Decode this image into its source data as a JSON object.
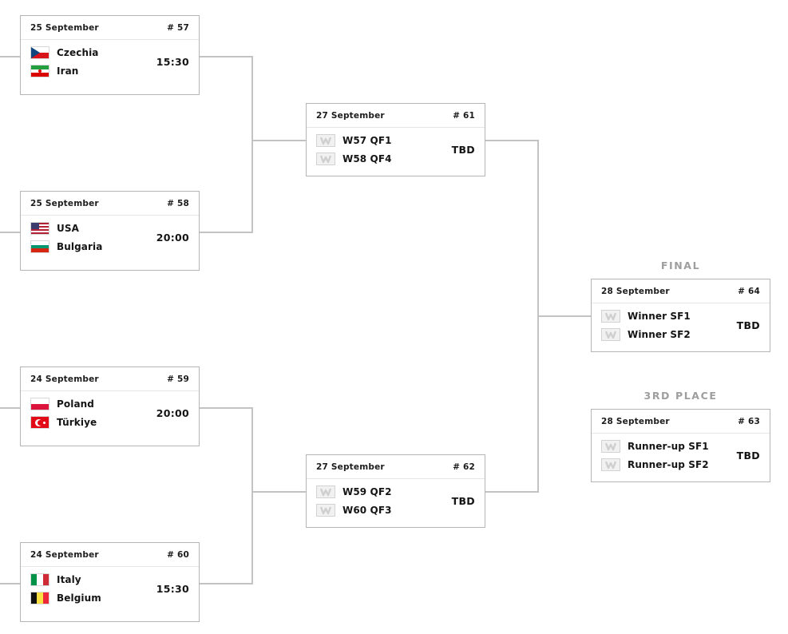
{
  "meta": {
    "tbd_label": "TBD",
    "placeholder_icon": "winner-placeholder-icon"
  },
  "headings": {
    "final": "FINAL",
    "third_place": "3RD PLACE"
  },
  "matches": {
    "m57": {
      "date": "25 September",
      "number": "# 57",
      "status": "15:30",
      "teams": [
        {
          "name": "Czechia",
          "flag": "cz"
        },
        {
          "name": "Iran",
          "flag": "ir"
        }
      ]
    },
    "m58": {
      "date": "25 September",
      "number": "# 58",
      "status": "20:00",
      "teams": [
        {
          "name": "USA",
          "flag": "us"
        },
        {
          "name": "Bulgaria",
          "flag": "bg"
        }
      ]
    },
    "m59": {
      "date": "24 September",
      "number": "# 59",
      "status": "20:00",
      "teams": [
        {
          "name": "Poland",
          "flag": "pl"
        },
        {
          "name": "Türkiye",
          "flag": "tr"
        }
      ]
    },
    "m60": {
      "date": "24 September",
      "number": "# 60",
      "status": "15:30",
      "teams": [
        {
          "name": "Italy",
          "flag": "it"
        },
        {
          "name": "Belgium",
          "flag": "be"
        }
      ]
    },
    "m61": {
      "date": "27 September",
      "number": "# 61",
      "status": "TBD",
      "teams": [
        {
          "name": "W57 QF1",
          "flag": "tbd"
        },
        {
          "name": "W58 QF4",
          "flag": "tbd"
        }
      ]
    },
    "m62": {
      "date": "27 September",
      "number": "# 62",
      "status": "TBD",
      "teams": [
        {
          "name": "W59 QF2",
          "flag": "tbd"
        },
        {
          "name": "W60 QF3",
          "flag": "tbd"
        }
      ]
    },
    "m63": {
      "date": "28 September",
      "number": "# 63",
      "status": "TBD",
      "teams": [
        {
          "name": "Runner-up SF1",
          "flag": "tbd"
        },
        {
          "name": "Runner-up SF2",
          "flag": "tbd"
        }
      ]
    },
    "m64": {
      "date": "28 September",
      "number": "# 64",
      "status": "TBD",
      "teams": [
        {
          "name": "Winner SF1",
          "flag": "tbd"
        },
        {
          "name": "Winner SF2",
          "flag": "tbd"
        }
      ]
    }
  },
  "colors": {
    "line": "#c3c3c3",
    "card_border": "#b5b5b5",
    "heading": "#9e9e9e",
    "text": "#151515"
  }
}
